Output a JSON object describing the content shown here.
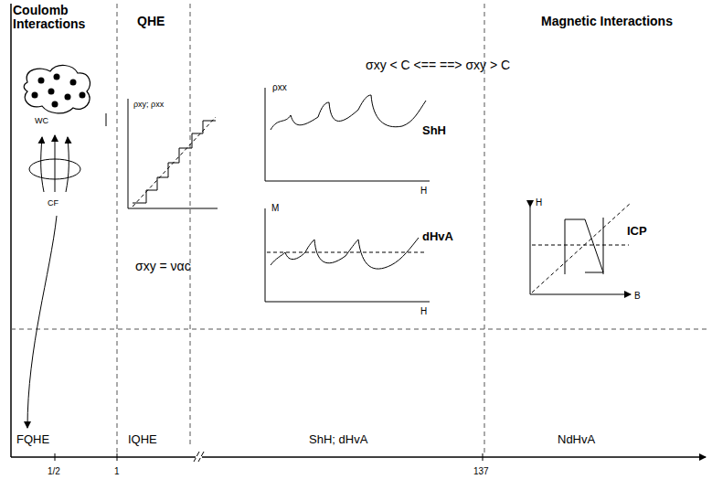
{
  "diagram": {
    "labels": [
      "Coulomb Interactions",
      "QHE",
      "Magnetic Interactions",
      "σxy < C  <== ==>  σxy > C",
      "WC",
      "CF",
      "ρxy; ρxx",
      "σxy = ναc",
      "ρxx",
      "ShH",
      "H",
      "M",
      "dHvA",
      "H",
      "H",
      "ICP",
      "B",
      "FQHE",
      "IQHE",
      "ShH; dHvA",
      "NdHvA",
      "1/2",
      "1",
      "137"
    ]
  }
}
